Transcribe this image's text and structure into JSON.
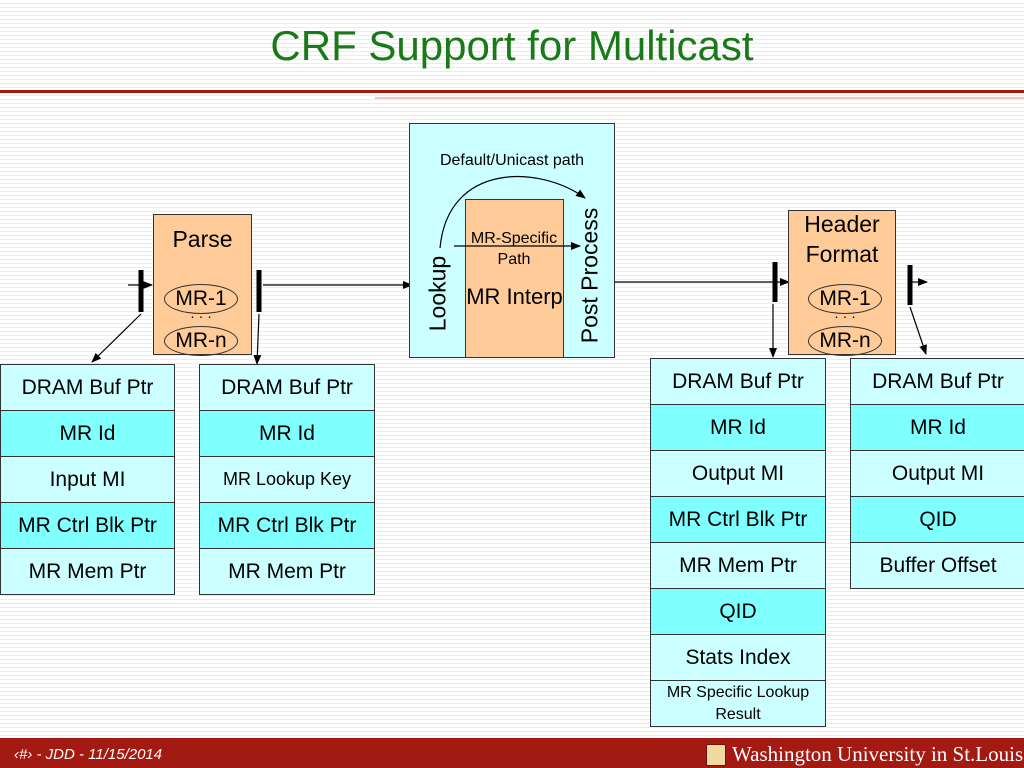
{
  "title": "CRF Support for Multicast",
  "blocks": {
    "parse": {
      "label": "Parse",
      "mr1": "MR-1",
      "dots": "· · ·",
      "mrn": "MR-n"
    },
    "lookup_region": {
      "default_path": "Default/Unicast path",
      "lookup": "Lookup",
      "mr_specific_path": "MR-Specific Path",
      "mr_interp": "MR Interp",
      "post_process": "Post Process"
    },
    "header_format": {
      "label": "Header Format",
      "mr1": "MR-1",
      "dots": "· · ·",
      "mrn": "MR-n"
    }
  },
  "stack1": [
    "DRAM Buf Ptr",
    "MR Id",
    "Input MI",
    "MR Ctrl Blk Ptr",
    "MR Mem Ptr"
  ],
  "stack2": [
    "DRAM Buf Ptr",
    "MR Id",
    "MR Lookup Key",
    "MR Ctrl Blk Ptr",
    "MR Mem Ptr"
  ],
  "stack3": [
    "DRAM Buf Ptr",
    "MR Id",
    "Output MI",
    "MR Ctrl Blk Ptr",
    "MR Mem Ptr",
    "QID",
    "Stats Index",
    "MR Specific Lookup Result"
  ],
  "stack4": [
    "DRAM Buf Ptr",
    "MR Id",
    "Output MI",
    "QID",
    "Buffer Offset"
  ],
  "footer": {
    "text": "‹#› - JDD - 11/15/2014",
    "logo": "Washington University in St.Louis"
  },
  "colors": {
    "title": "#1a7a1a",
    "rule": "#a31a12",
    "cell_light": "#ccffff",
    "cell_dark": "#80ffff",
    "block": "#ffcc99",
    "region": "#ccffff"
  }
}
